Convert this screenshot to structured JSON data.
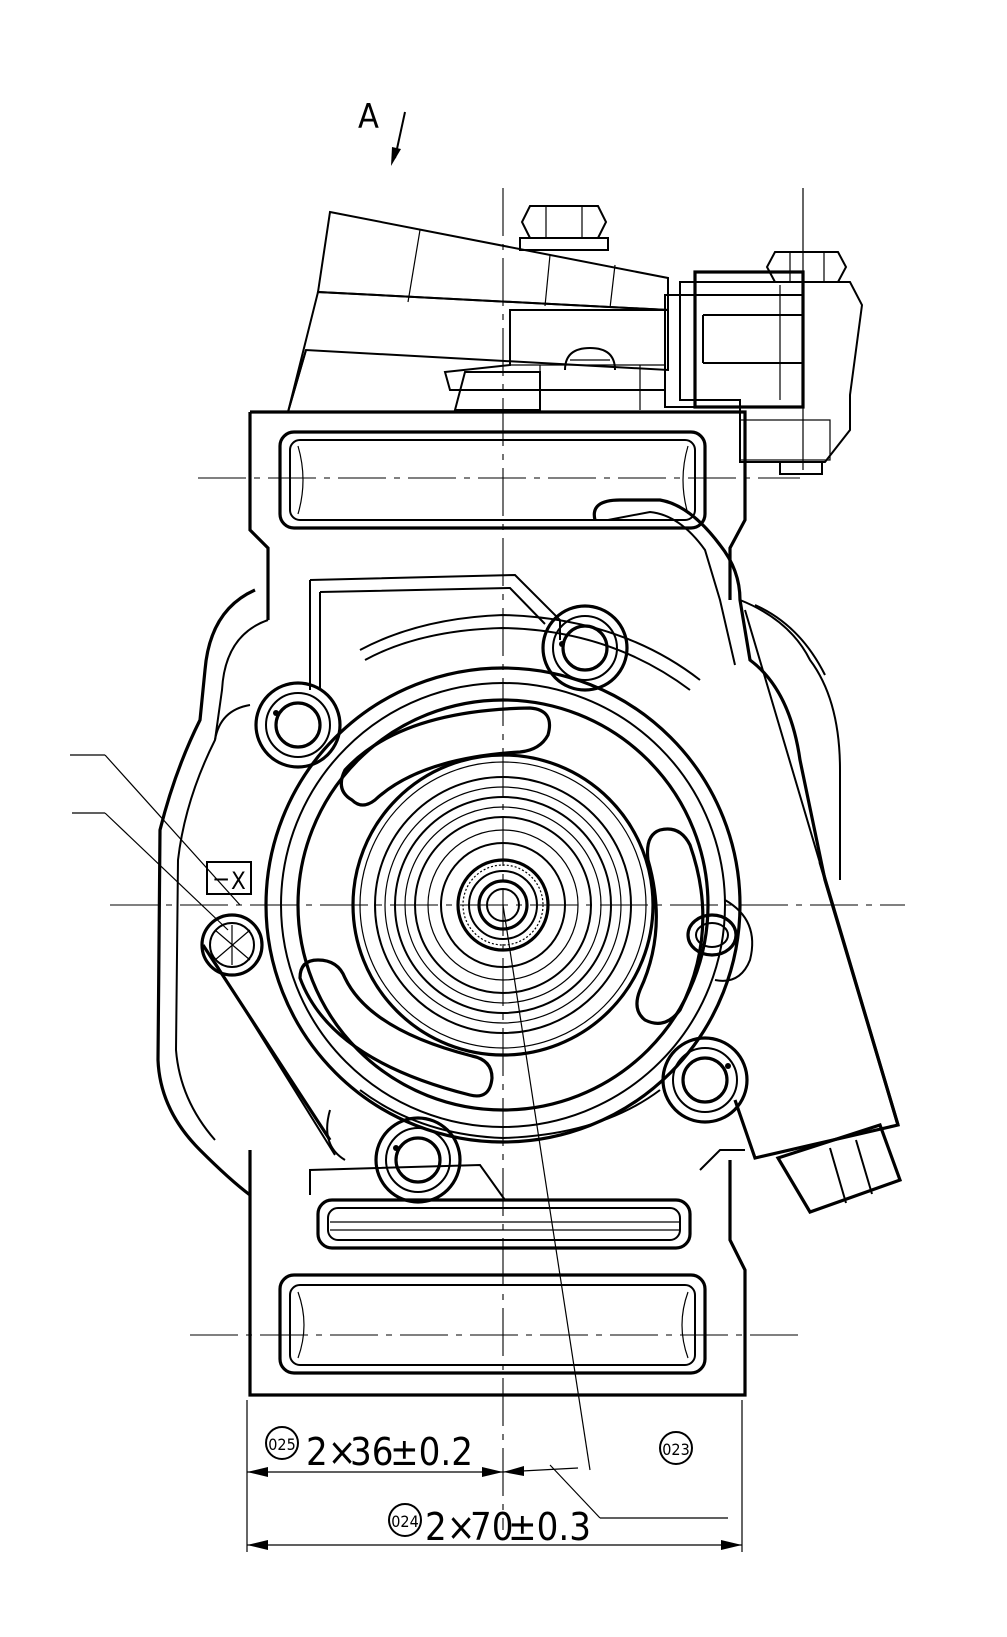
{
  "view_marker": {
    "letter": "A"
  },
  "datum_frame": {
    "symbol": "−",
    "letter": "X"
  },
  "balloons": [
    {
      "id": "025",
      "text": "025"
    },
    {
      "id": "023",
      "text": "023"
    },
    {
      "id": "024",
      "text": "024"
    }
  ],
  "dimensions": [
    {
      "id": "dim-36",
      "prefix": "2×",
      "value": "36",
      "tolerance": "±0.2"
    },
    {
      "id": "dim-70",
      "prefix": "2×",
      "value": "70",
      "tolerance": "±0.3"
    }
  ]
}
